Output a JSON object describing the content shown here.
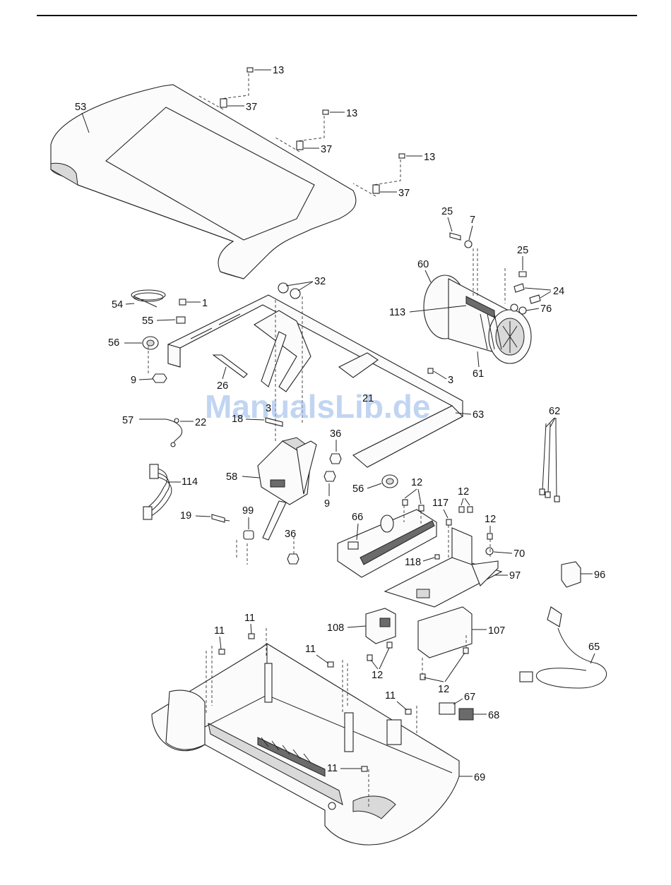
{
  "watermark": "ManualsLib.de",
  "callouts": {
    "c1": "1",
    "c3a": "3",
    "c3b": "3",
    "c7": "7",
    "c9a": "9",
    "c9b": "9",
    "c11a": "11",
    "c11b": "11",
    "c11c": "11",
    "c11d": "11",
    "c11e": "11",
    "c12a": "12",
    "c12b": "12",
    "c12c": "12",
    "c12d": "12",
    "c12e": "12",
    "c13a": "13",
    "c13b": "13",
    "c13c": "13",
    "c18": "18",
    "c19": "19",
    "c21": "21",
    "c22": "22",
    "c24": "24",
    "c25a": "25",
    "c25b": "25",
    "c26": "26",
    "c32": "32",
    "c36a": "36",
    "c36b": "36",
    "c37a": "37",
    "c37b": "37",
    "c37c": "37",
    "c53": "53",
    "c54": "54",
    "c55": "55",
    "c56a": "56",
    "c56b": "56",
    "c57": "57",
    "c58": "58",
    "c60": "60",
    "c61": "61",
    "c62": "62",
    "c63": "63",
    "c65": "65",
    "c66": "66",
    "c67": "67",
    "c68": "68",
    "c69": "69",
    "c70": "70",
    "c76": "76",
    "c96": "96",
    "c97": "97",
    "c99": "99",
    "c107": "107",
    "c108": "108",
    "c113": "113",
    "c114": "114",
    "c117": "117",
    "c118": "118"
  }
}
